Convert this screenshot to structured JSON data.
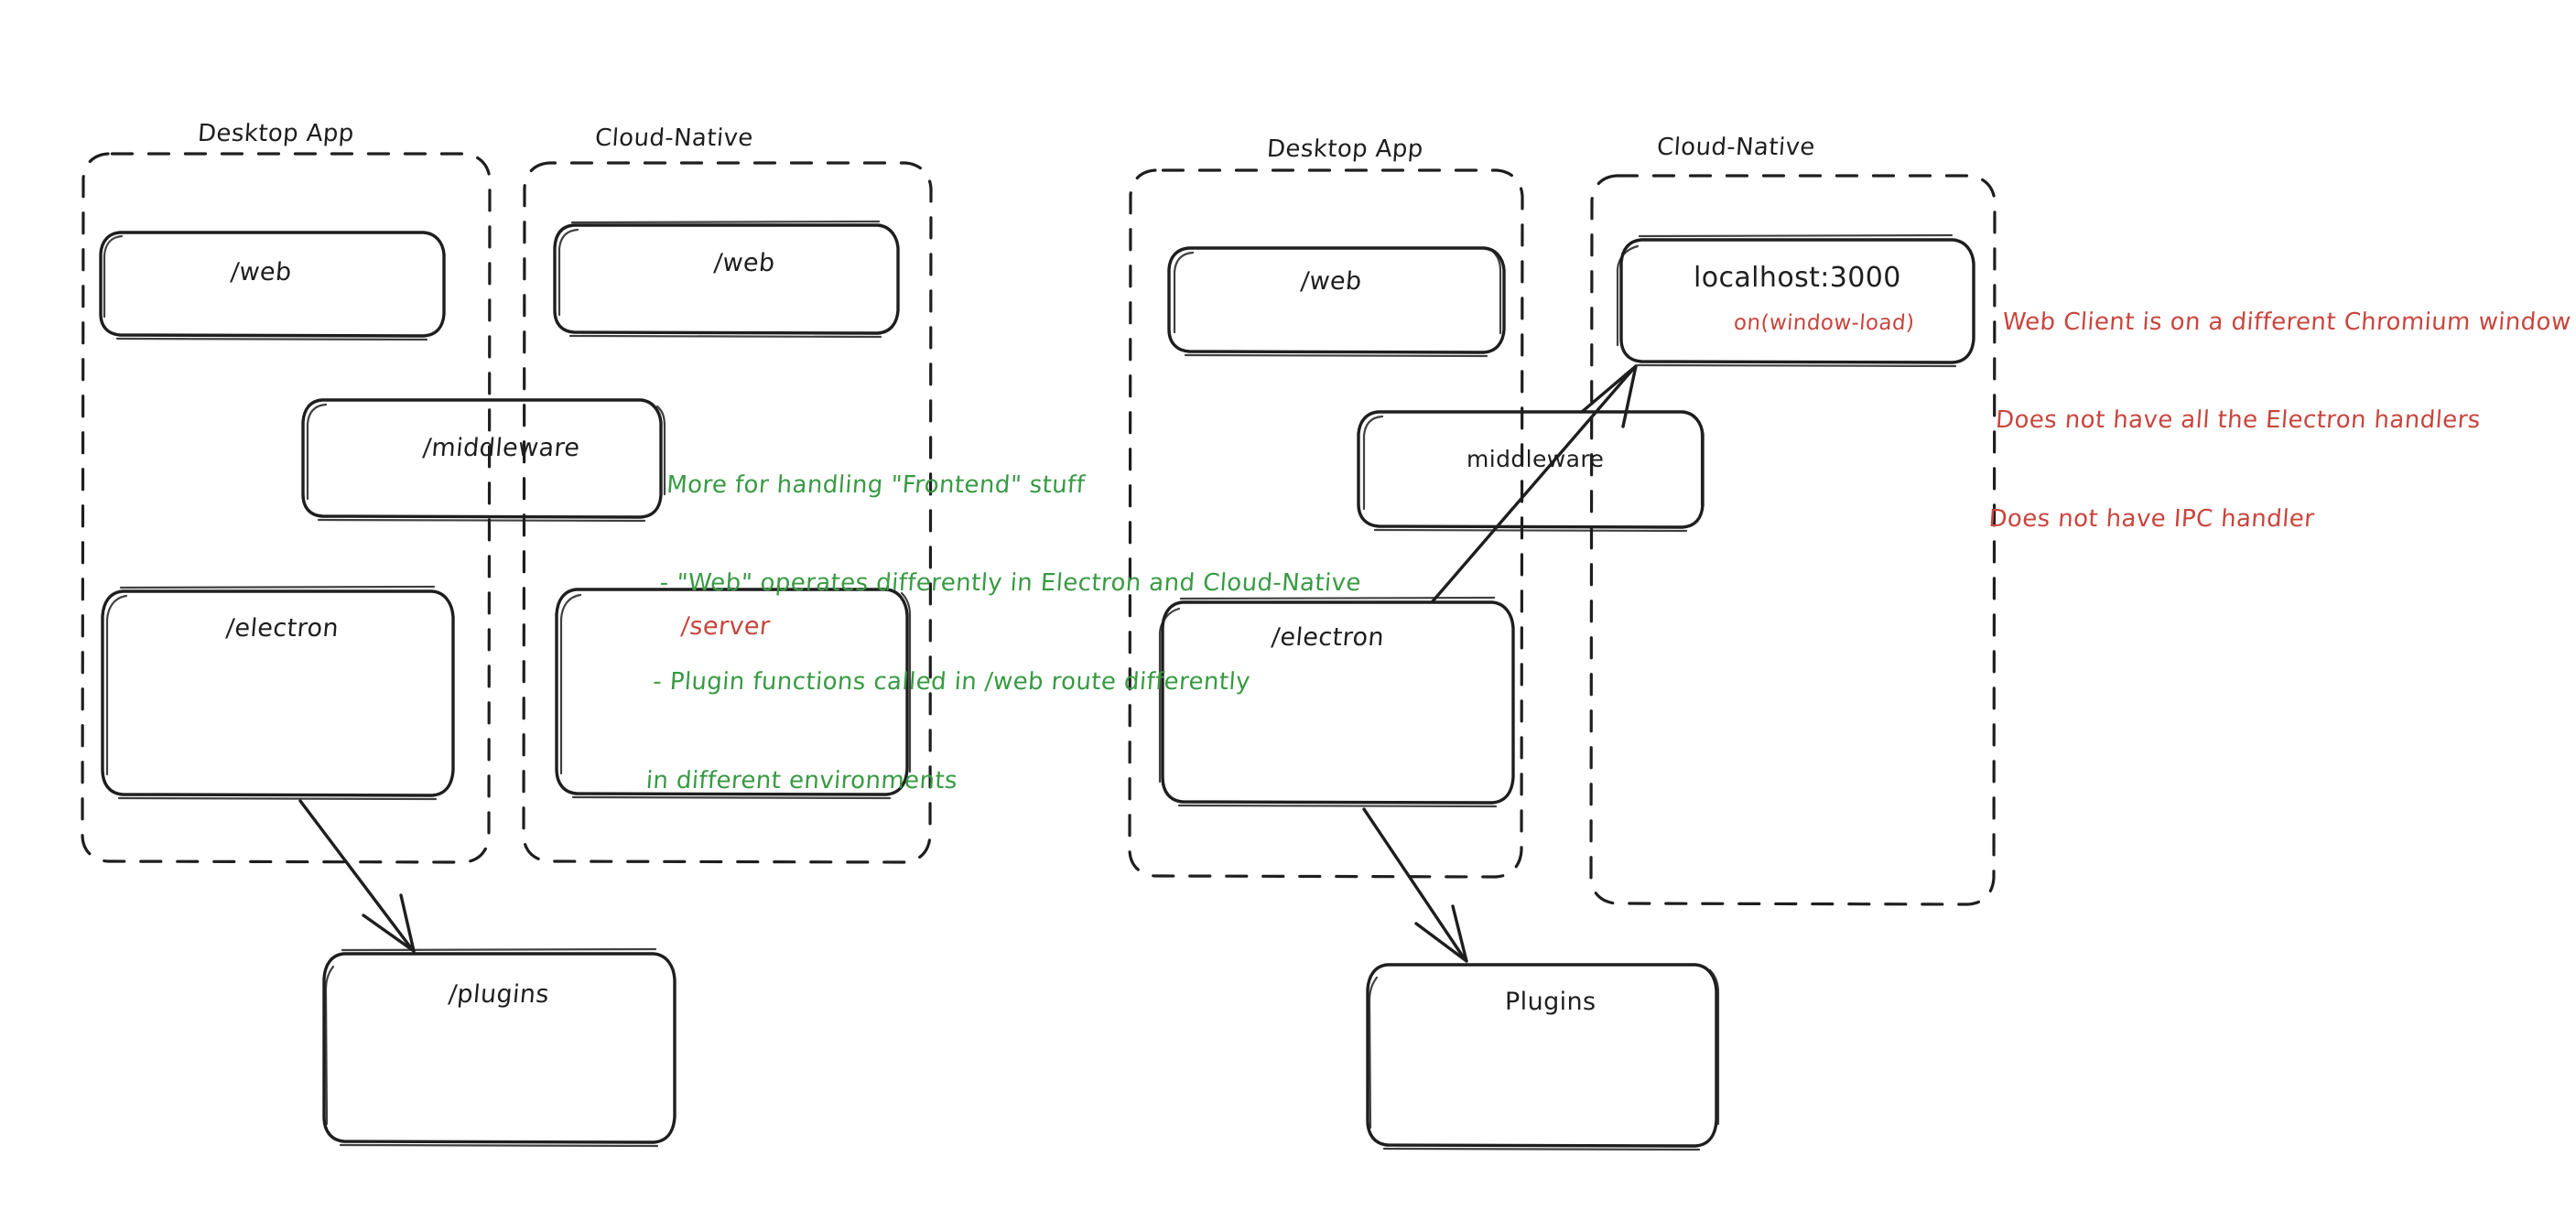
{
  "diagram": {
    "title": "Electron vs Cloud-Native architecture comparison",
    "colors": {
      "ink": "#1e1e1e",
      "green": "#389a43",
      "red": "#c9453d",
      "background": "#ffffff"
    },
    "left_diagram": {
      "groups": [
        {
          "title": "Desktop App",
          "boxes": [
            {
              "label": "/web",
              "color": "ink"
            },
            {
              "label": "/electron",
              "color": "ink"
            }
          ]
        },
        {
          "title": "Cloud-Native",
          "boxes": [
            {
              "label": "/web",
              "color": "ink"
            },
            {
              "label": "/server",
              "color": "red"
            }
          ]
        }
      ],
      "shared_box": {
        "label": "/middleware",
        "color": "ink"
      },
      "plugins_box": {
        "label": "/plugins",
        "color": "ink"
      },
      "arrow": {
        "from": "/electron",
        "to": "/plugins"
      }
    },
    "right_diagram": {
      "groups": [
        {
          "title": "Desktop App",
          "boxes": [
            {
              "label": "/web",
              "color": "ink"
            },
            {
              "label": "/electron",
              "color": "ink"
            }
          ]
        },
        {
          "title": "Cloud-Native",
          "boxes": [
            {
              "label": "localhost:3000",
              "color": "ink",
              "sub_label": "on(window-load)",
              "sub_color": "red"
            }
          ]
        }
      ],
      "shared_box": {
        "label": "middleware",
        "color": "ink"
      },
      "plugins_box": {
        "label": "Plugins",
        "color": "ink"
      },
      "arrows": [
        {
          "from": "/electron",
          "to": "localhost:3000"
        },
        {
          "from": "/electron",
          "to": "Plugins"
        }
      ]
    },
    "annotations": {
      "green_note": {
        "color": "#389a43",
        "lines": [
          "More for handling \"Frontend\" stuff",
          "- \"Web\" operates differently in Electron and Cloud-Native",
          "- Plugin functions called in /web route differently",
          "in different environments"
        ]
      },
      "red_note": {
        "color": "#c9453d",
        "lines": [
          "Web Client is on a different Chromium window",
          "Does not have all the Electron handlers",
          "Does not have IPC handler"
        ]
      }
    }
  }
}
